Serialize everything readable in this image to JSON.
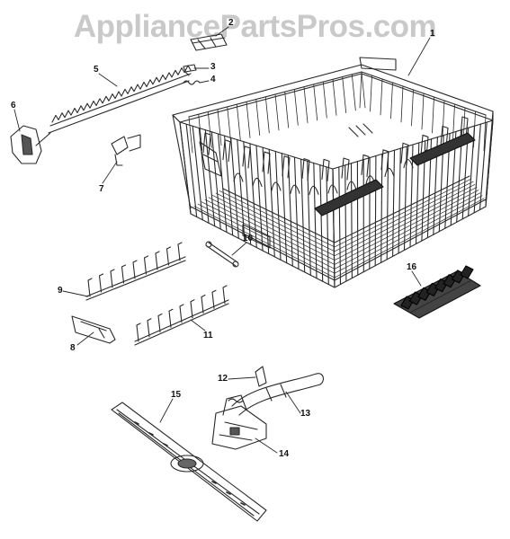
{
  "watermark": "AppliancePartsPros.com",
  "callouts": [
    "1",
    "2",
    "3",
    "4",
    "5",
    "6",
    "7",
    "8",
    "9",
    "10",
    "11",
    "12",
    "13",
    "14",
    "15",
    "16"
  ],
  "colors": {
    "line": "#2a2a2a",
    "watermark": "#c9c9c9",
    "background": "#ffffff"
  }
}
